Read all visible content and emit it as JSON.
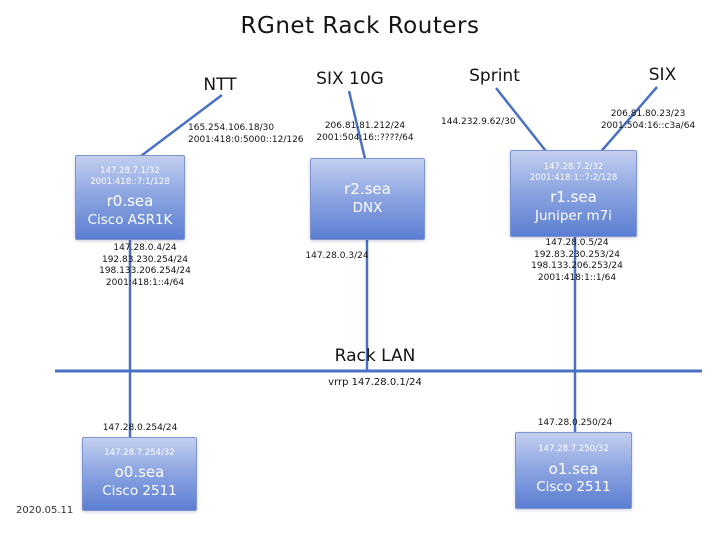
{
  "title": "RGnet Rack Routers",
  "date": "2020.05.11",
  "colors": {
    "box_gradient_top": "#c3cfef",
    "box_gradient_bottom": "#5b7ed2",
    "wire_blue": "#4a71c1"
  },
  "uplinks": {
    "ntt": {
      "name": "NTT",
      "addresses": "165.254.106.18/30\n2001:418:0:5000::12/126"
    },
    "six10g": {
      "name": "SIX 10G",
      "addresses": "206.81.81.212/24\n2001:504:16::????/64"
    },
    "sprint": {
      "name": "Sprint",
      "addresses": "144.232.9.62/30"
    },
    "six": {
      "name": "SIX",
      "addresses": "206.81.80.23/23\n2001:504:16::c3a/64"
    }
  },
  "routers": {
    "r0": {
      "loopbacks": "147.28.7.1/32\n2001:418::7:1/128",
      "name": "r0.sea",
      "model": "Cisco ASR1K",
      "lan_addresses": "147.28.0.4/24\n192.83.230.254/24\n198.133.206.254/24\n2001:418:1::4/64"
    },
    "r2": {
      "name": "r2.sea",
      "model": "DNX",
      "lan_addresses": "147.28.0.3/24"
    },
    "r1": {
      "loopbacks": "147.28.7.2/32\n2001:418:1::7:2/128",
      "name": "r1.sea",
      "model": "Juniper m7i",
      "lan_addresses": "147.28.0.5/24\n192.83.230.253/24\n198.133.206.253/24\n2001:418:1::1/64"
    }
  },
  "lan": {
    "label": "Rack LAN",
    "vrrp": "vrrp 147.28.0.1/24"
  },
  "consoles": {
    "o0": {
      "lan_address": "147.28.0.254/24",
      "loopback": "147.28.7.254/32",
      "name": "o0.sea",
      "model": "Cisco 2511"
    },
    "o1": {
      "lan_address": "147.28.0.250/24",
      "loopback": "147.28.7.250/32",
      "name": "o1.sea",
      "model": "Cisco 2511"
    }
  }
}
